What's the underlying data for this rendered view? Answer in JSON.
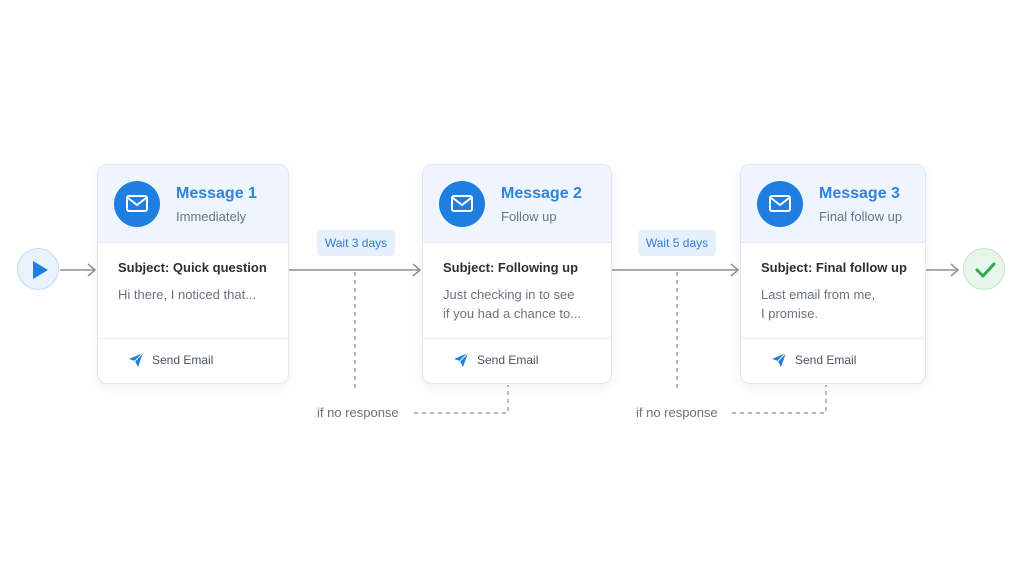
{
  "messages": [
    {
      "title": "Message 1",
      "subtitle": "Immediately",
      "subject": "Subject: Quick question",
      "preview_lines": [
        "Hi there, I noticed that..."
      ],
      "action_label": "Send Email"
    },
    {
      "title": "Message 2",
      "subtitle": "Follow up",
      "subject": "Subject: Following up",
      "preview_lines": [
        "Just checking in to see",
        "if you had a chance to..."
      ],
      "action_label": "Send Email"
    },
    {
      "title": "Message 3",
      "subtitle": "Final follow up",
      "subject": "Subject: Final follow up",
      "preview_lines": [
        "Last email from me,",
        "I promise."
      ],
      "action_label": "Send Email"
    }
  ],
  "waits": [
    "Wait 3 days",
    "Wait 5 days"
  ],
  "no_response_labels": [
    "if no response",
    "if no response"
  ],
  "icons": {
    "start": "play-icon",
    "end": "check-icon",
    "message": "mail-icon",
    "action": "send-icon"
  },
  "colors": {
    "accent": "#1f7fe0",
    "title": "#2f83de",
    "success": "#2eaa4f",
    "connector": "#8c929c"
  }
}
